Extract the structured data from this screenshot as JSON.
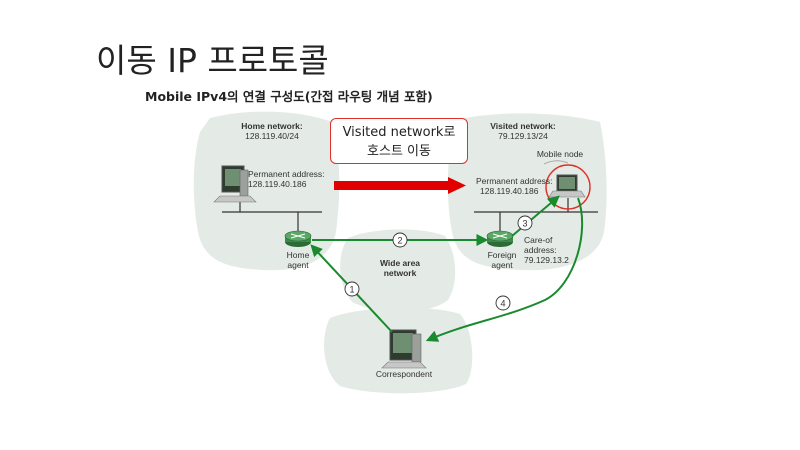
{
  "slide": {
    "title": "이동 IP 프로토콜",
    "subtitle": "Mobile IPv4의 연결 구성도(간접 라우팅 개념 포함)"
  },
  "callout": {
    "line1": "Visited network로",
    "line2": "호스트 이동"
  },
  "home_network": {
    "title": "Home network:",
    "prefix": "128.119.40/24",
    "perm_label": "Permanent address:",
    "perm_value": "128.119.40.186",
    "agent_line1": "Home",
    "agent_line2": "agent"
  },
  "visited_network": {
    "title": "Visited network:",
    "prefix": "79.129.13/24",
    "mobile_node": "Mobile node",
    "perm_label": "Permanent address:",
    "perm_value": "128.119.40.186",
    "agent_line1": "Foreign",
    "agent_line2": "agent",
    "coa_line1": "Care-of",
    "coa_line2": "address:",
    "coa_line3": "79.129.13.2"
  },
  "wan": {
    "line1": "Wide area",
    "line2": "network"
  },
  "correspondent": {
    "label": "Correspondent"
  },
  "steps": [
    "1",
    "2",
    "3",
    "4"
  ],
  "colors": {
    "cloud": "#e4ebe6",
    "path": "#1a8a2e",
    "move_arrow": "#e00000",
    "highlight": "#e0302a",
    "router": "#3c8c4a"
  }
}
